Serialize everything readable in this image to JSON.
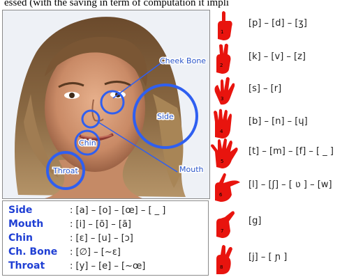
{
  "caption": "essed (with the saving in term of computation it impli",
  "portrait": {
    "labels": {
      "cheek_bone": "Cheek Bone",
      "side": "Side",
      "chin": "Chin",
      "mouth": "Mouth",
      "throat": "Throat"
    }
  },
  "vowel_table": [
    {
      "name": "Side",
      "values": ": [a] – [o] – [œ] – [ _ ]"
    },
    {
      "name": "Mouth",
      "values": ": [i] – [õ] – [ã]"
    },
    {
      "name": "Chin",
      "values": ": [ɛ] – [u] – [ɔ]"
    },
    {
      "name": "Ch. Bone",
      "values": ": [∅] – [~ɛ]"
    },
    {
      "name": "Throat",
      "values": ": [y] – [e] – [~œ]"
    }
  ],
  "handshapes": [
    {
      "number": "1",
      "consonants": "[p] – [d] – [ʒ]"
    },
    {
      "number": "2",
      "consonants": "[k] – [v] – [z]"
    },
    {
      "number": "3",
      "consonants": "[s] – [r]"
    },
    {
      "number": "4",
      "consonants": "[b] – [n] – [ɥ]"
    },
    {
      "number": "5",
      "consonants": "[t] – [m] – [f] – [ _ ]"
    },
    {
      "number": "6",
      "consonants": "[l] – [ʃ] – [ ʋ ] – [w]"
    },
    {
      "number": "7",
      "consonants": "[g]"
    },
    {
      "number": "8",
      "consonants": "[j] – [ ɲ ]"
    }
  ],
  "colors": {
    "label_blue": "#2a55c8",
    "circle_blue": "#2f5ff0",
    "hand_red": "#e8140e"
  }
}
